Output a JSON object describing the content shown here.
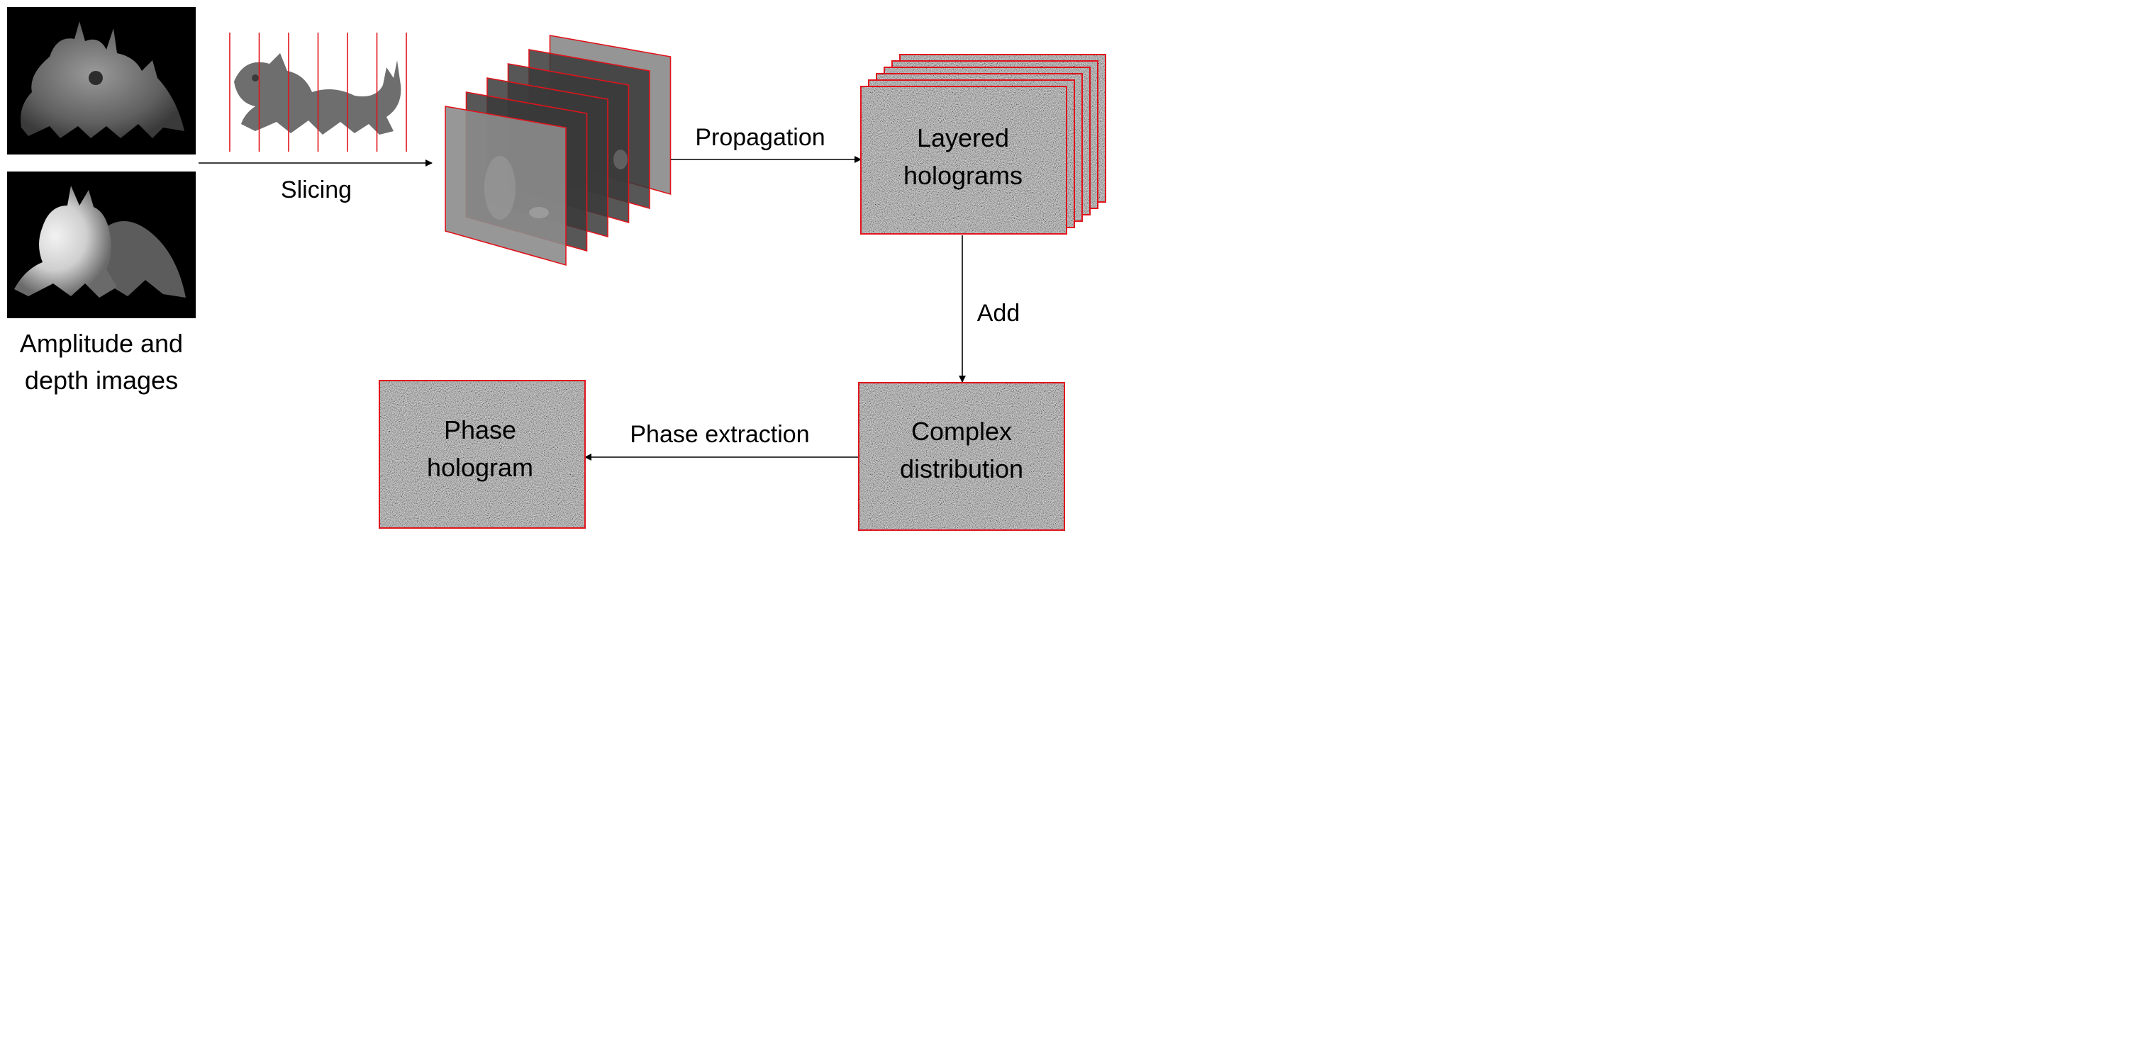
{
  "labels": {
    "input_caption_line1": "Amplitude and",
    "input_caption_line2": "depth images",
    "slicing": "Slicing",
    "propagation": "Propagation",
    "layered_line1": "Layered",
    "layered_line2": "holograms",
    "add": "Add",
    "complex_line1": "Complex",
    "complex_line2": "distribution",
    "phase_extraction": "Phase extraction",
    "phase_line1": "Phase",
    "phase_line2": "hologram"
  },
  "colors": {
    "frame_border": "#e0141c",
    "noise_gray": "#7a7a7a",
    "slice_gray": "#8a8a8a",
    "dark_bg": "#000000",
    "arrow": "#000000"
  },
  "counts": {
    "slice_lines": 7,
    "stacked_slices": 6,
    "layered_holograms": 6
  }
}
